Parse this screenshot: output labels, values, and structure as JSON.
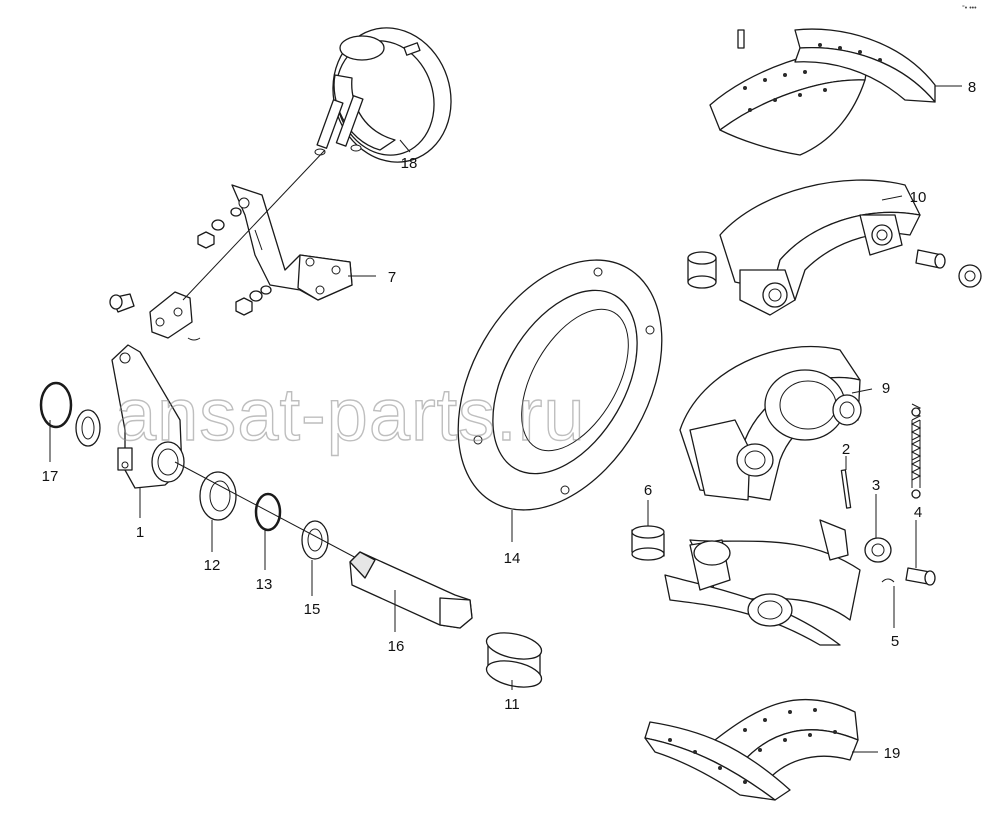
{
  "diagram": {
    "watermark": "ansat-parts.ru",
    "corner_mark": "°• •••",
    "callouts": [
      {
        "id": "c1",
        "label": "1"
      },
      {
        "id": "c2",
        "label": "2"
      },
      {
        "id": "c3",
        "label": "3"
      },
      {
        "id": "c4",
        "label": "4"
      },
      {
        "id": "c5",
        "label": "5"
      },
      {
        "id": "c6",
        "label": "6"
      },
      {
        "id": "c7",
        "label": "7"
      },
      {
        "id": "c8",
        "label": "8"
      },
      {
        "id": "c9",
        "label": "9"
      },
      {
        "id": "c10",
        "label": "10"
      },
      {
        "id": "c11",
        "label": "11"
      },
      {
        "id": "c12",
        "label": "12"
      },
      {
        "id": "c13",
        "label": "13"
      },
      {
        "id": "c14",
        "label": "14"
      },
      {
        "id": "c15",
        "label": "15"
      },
      {
        "id": "c16",
        "label": "16"
      },
      {
        "id": "c17",
        "label": "17"
      },
      {
        "id": "c18",
        "label": "18"
      },
      {
        "id": "c19",
        "label": "19"
      }
    ]
  }
}
